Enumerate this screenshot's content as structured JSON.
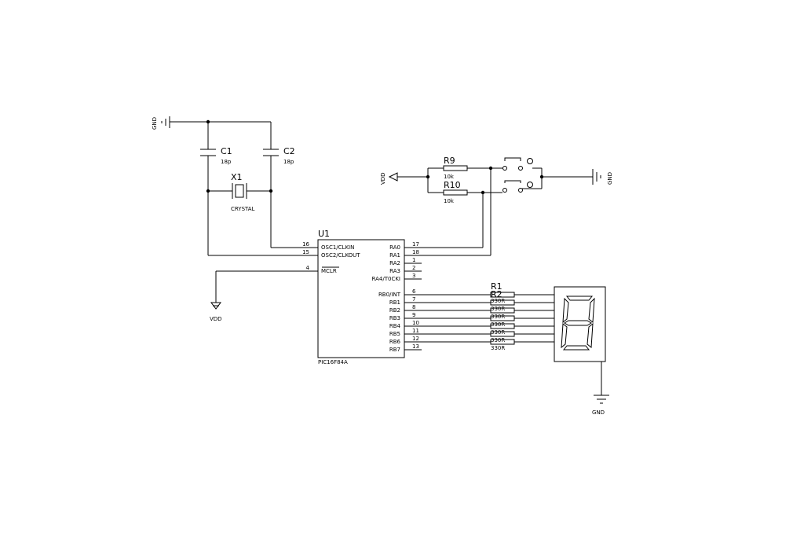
{
  "power": {
    "gnd_top_left": "GND",
    "gnd_right": "GND",
    "gnd_display": "GND",
    "vdd_left": "VDD",
    "vdd_mclr": "VDD"
  },
  "components": {
    "c1": {
      "ref": "C1",
      "value": "18p"
    },
    "c2": {
      "ref": "C2",
      "value": "18p"
    },
    "x1": {
      "ref": "X1",
      "value": "CRYSTAL"
    },
    "r9": {
      "ref": "R9",
      "value": "10k"
    },
    "r10": {
      "ref": "R10",
      "value": "10k"
    },
    "r1": {
      "ref": "R1"
    },
    "r2": {
      "ref": "R2"
    },
    "seg_resistor_values": [
      "330R",
      "330R",
      "330R",
      "330R",
      "330R",
      "330R",
      "330R"
    ]
  },
  "mcu": {
    "ref": "U1",
    "part": "PIC16F84A",
    "left_pins": [
      {
        "num": "16",
        "name": "OSC1/CLKIN"
      },
      {
        "num": "15",
        "name": "OSC2/CLKOUT"
      },
      {
        "num": "4",
        "name": "MCLR"
      }
    ],
    "right_pins": [
      {
        "num": "17",
        "name": "RA0"
      },
      {
        "num": "18",
        "name": "RA1"
      },
      {
        "num": "1",
        "name": "RA2"
      },
      {
        "num": "2",
        "name": "RA3"
      },
      {
        "num": "3",
        "name": "RA4/T0CKI"
      },
      {
        "num": "6",
        "name": "RB0/INT"
      },
      {
        "num": "7",
        "name": "RB1"
      },
      {
        "num": "8",
        "name": "RB2"
      },
      {
        "num": "9",
        "name": "RB3"
      },
      {
        "num": "10",
        "name": "RB4"
      },
      {
        "num": "11",
        "name": "RB5"
      },
      {
        "num": "12",
        "name": "RB6"
      },
      {
        "num": "13",
        "name": "RB7"
      }
    ]
  }
}
